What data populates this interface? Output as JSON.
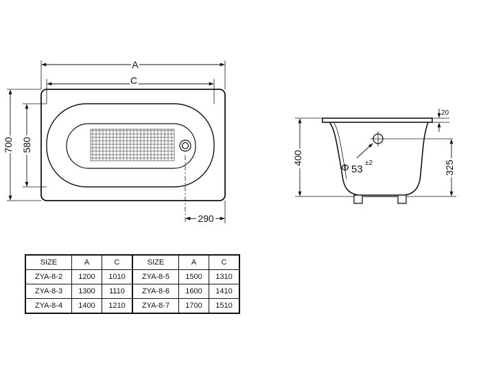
{
  "plan_view": {
    "dim_overall_length": "A",
    "dim_inner_length": "C",
    "dim_overall_width": "700",
    "dim_inner_width": "580",
    "dim_drain_offset": "290"
  },
  "side_view": {
    "dim_height": "400",
    "dim_drain_height": "325",
    "dim_rim_thickness": "20",
    "drain_diameter_symbol": "Φ",
    "drain_diameter_value": "53",
    "drain_diameter_tolerance": "±2"
  },
  "size_table": {
    "headers": [
      "SIZE",
      "A",
      "C",
      "SIZE",
      "A",
      "C"
    ],
    "rows": [
      [
        "ZYA-8-2",
        "1200",
        "1010",
        "ZYA-8-5",
        "1500",
        "1310"
      ],
      [
        "ZYA-8-3",
        "1300",
        "1110",
        "ZYA-8-6",
        "1600",
        "1410"
      ],
      [
        "ZYA-8-4",
        "1400",
        "1210",
        "ZYA-8-7",
        "1700",
        "1510"
      ]
    ]
  }
}
